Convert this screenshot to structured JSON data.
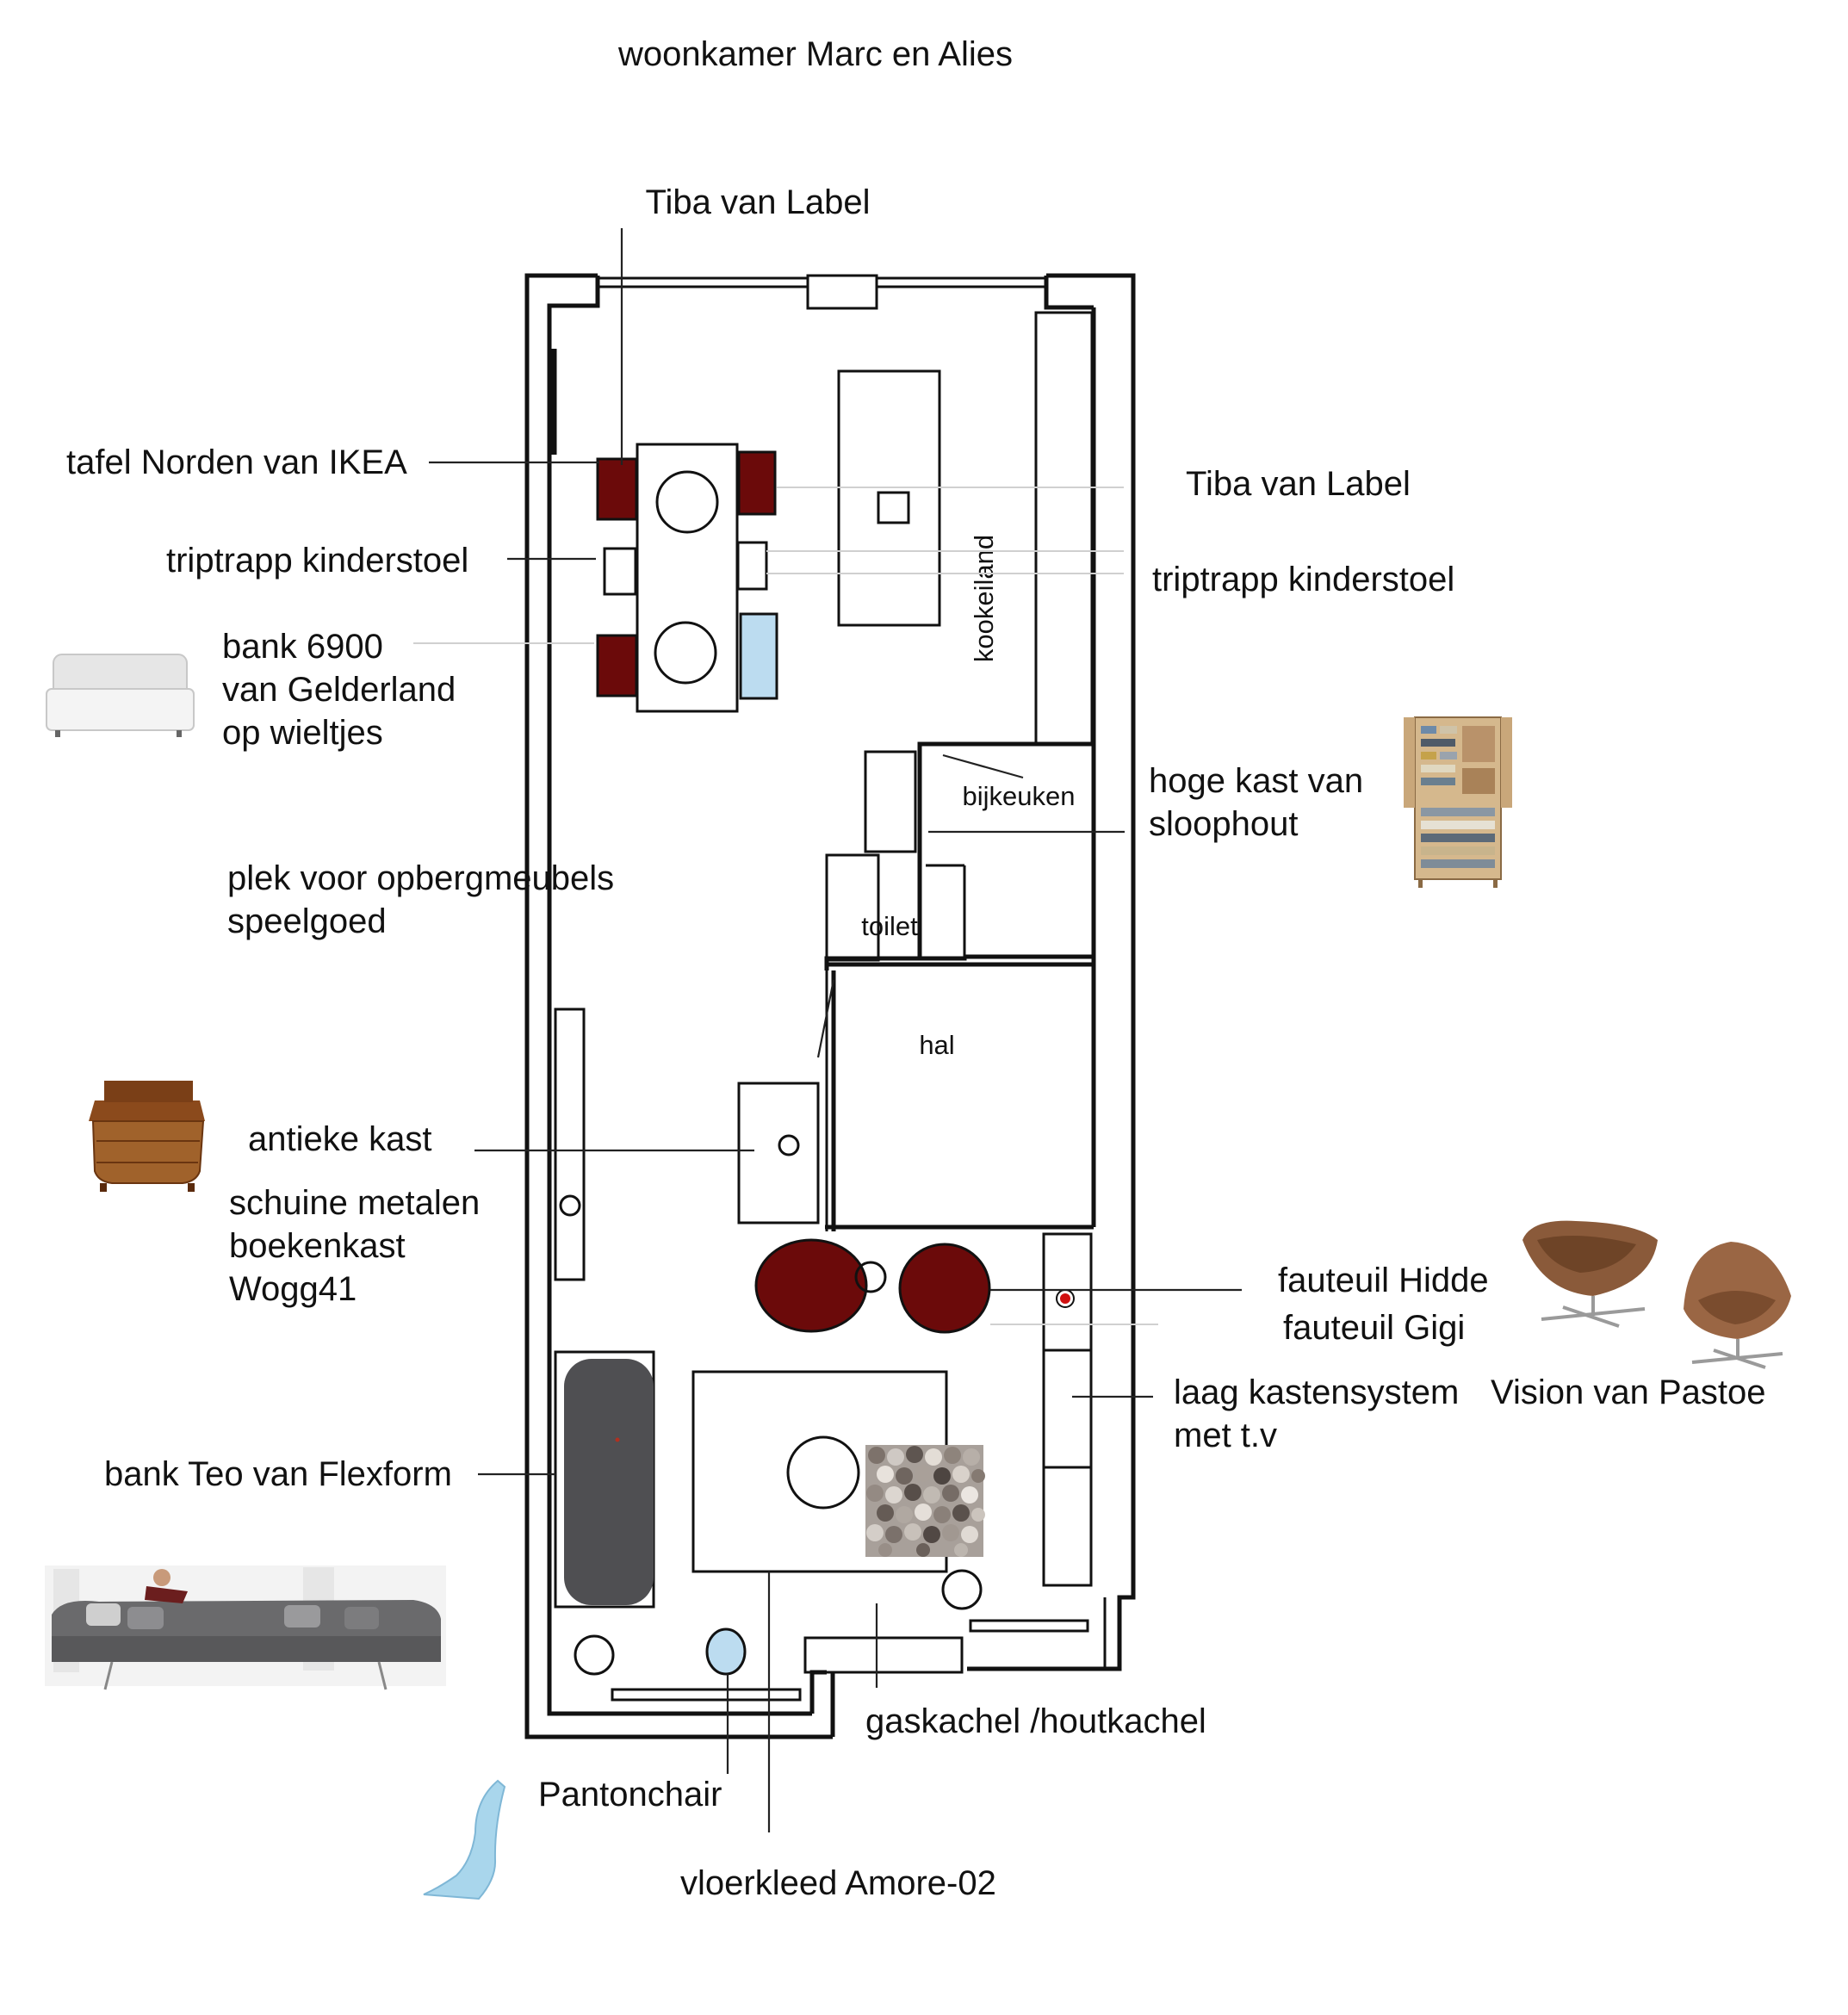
{
  "title": "woonkamer Marc en Alies",
  "rooms": {
    "kitchen_island": "kookeiland",
    "scullery": "bijkeuken",
    "toilet": "toilet",
    "hall": "hal"
  },
  "labels": {
    "tiba_top": "Tiba van Label",
    "table": "tafel Norden van IKEA",
    "tiba_right": "Tiba van Label",
    "triptrapp_left": "triptrapp kinderstoel",
    "triptrapp_right": "triptrapp kinderstoel",
    "bench": [
      "bank 6900",
      "van Gelderland",
      "op wieltjes"
    ],
    "cabinet_tall": [
      "hoge kast van",
      "sloophout"
    ],
    "storage_spot": [
      "plek voor opbergmeubels",
      "speelgoed"
    ],
    "antique": "antieke kast",
    "bookcase": [
      "schuine metalen",
      "boekenkast",
      "Wogg41"
    ],
    "armchair_hidde": "fauteuil Hidde",
    "armchair_gigi": "fauteuil Gigi",
    "low_cabinet": [
      "laag kastensystem",
      "met t.v"
    ],
    "vision": "Vision van Pastoe",
    "sofa_teo": "bank Teo van Flexform",
    "stove": "gaskachel /houtkachel",
    "panton": "Pantonchair",
    "rug": "vloerkleed  Amore-02"
  },
  "colors": {
    "wall": "#111111",
    "chair_red": "#6b0a0a",
    "sofa_grey": "#4f4f52",
    "panton_blue": "#bcdcf0",
    "leather_brown": "#8a5a3a",
    "wood": "#a0622b"
  },
  "icons": [
    "white-bench-photo-icon",
    "scrapwood-cabinet-photo-icon",
    "antique-secretary-photo-icon",
    "brown-armchair-photo-icon",
    "brown-swivel-chair-photo-icon",
    "grey-sofa-photo-icon",
    "panton-chair-photo-icon",
    "felt-rug-swatch-icon"
  ]
}
